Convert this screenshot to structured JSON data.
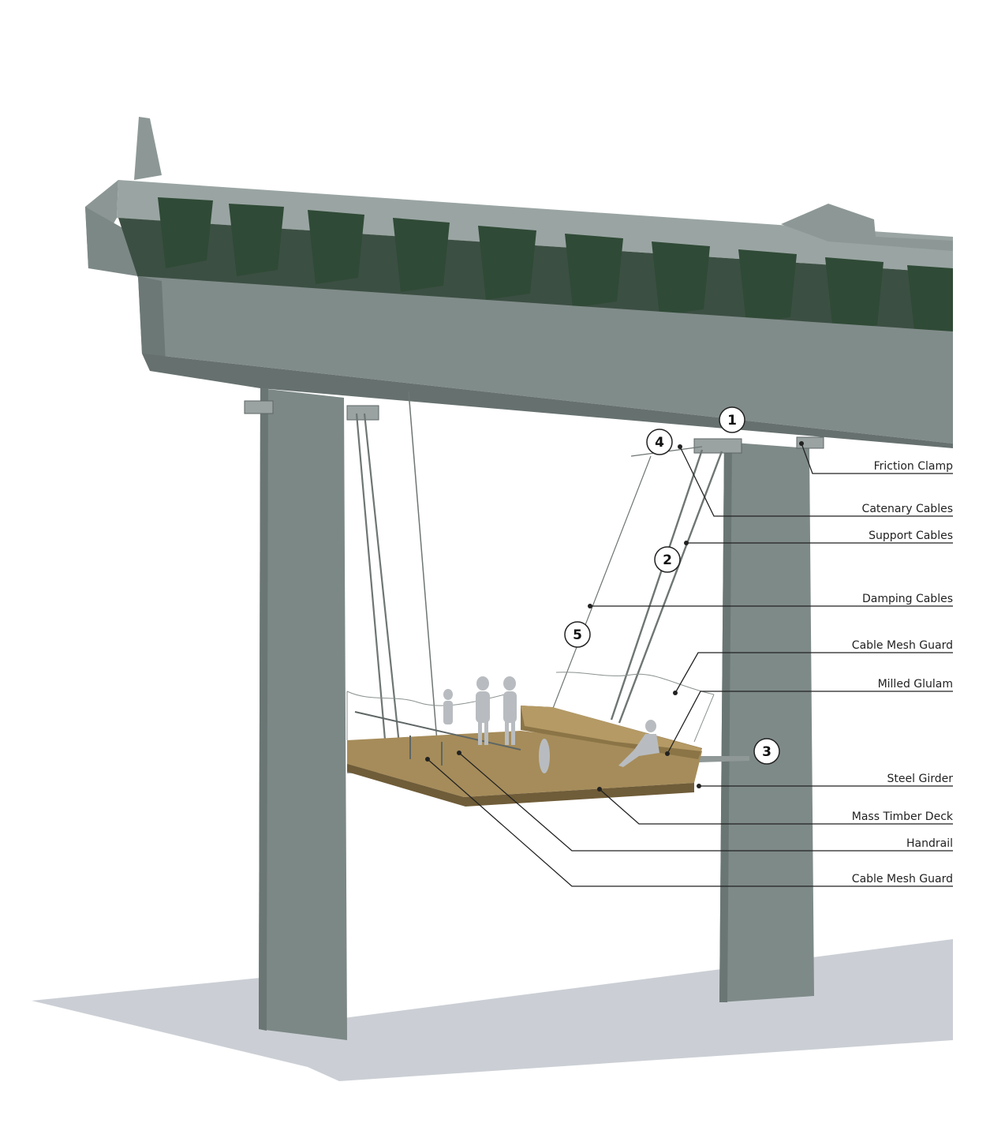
{
  "labels": {
    "friction_clamp": "Friction Clamp",
    "catenary_cables": "Catenary Cables",
    "support_cables": "Support Cables",
    "damping_cables": "Damping Cables",
    "cable_mesh_guard_upper": "Cable Mesh Guard",
    "milled_glulam": "Milled Glulam",
    "steel_girder": "Steel Girder",
    "mass_timber_deck": "Mass Timber Deck",
    "handrail": "Handrail",
    "cable_mesh_guard_lower": "Cable Mesh Guard"
  },
  "callouts": {
    "one": "1",
    "two": "2",
    "three": "3",
    "four": "4",
    "five": "5"
  },
  "colors": {
    "concrete": "#7e8a88",
    "concrete_dark": "#5f6b69",
    "concrete_light": "#98a3a1",
    "girder_green": "#2f4a36",
    "timber": "#9a8253",
    "timber_dark": "#6f5c38",
    "shadow": "#c4c9cf",
    "silhouette": "#b4b8bc",
    "cable": "#6e7674"
  }
}
